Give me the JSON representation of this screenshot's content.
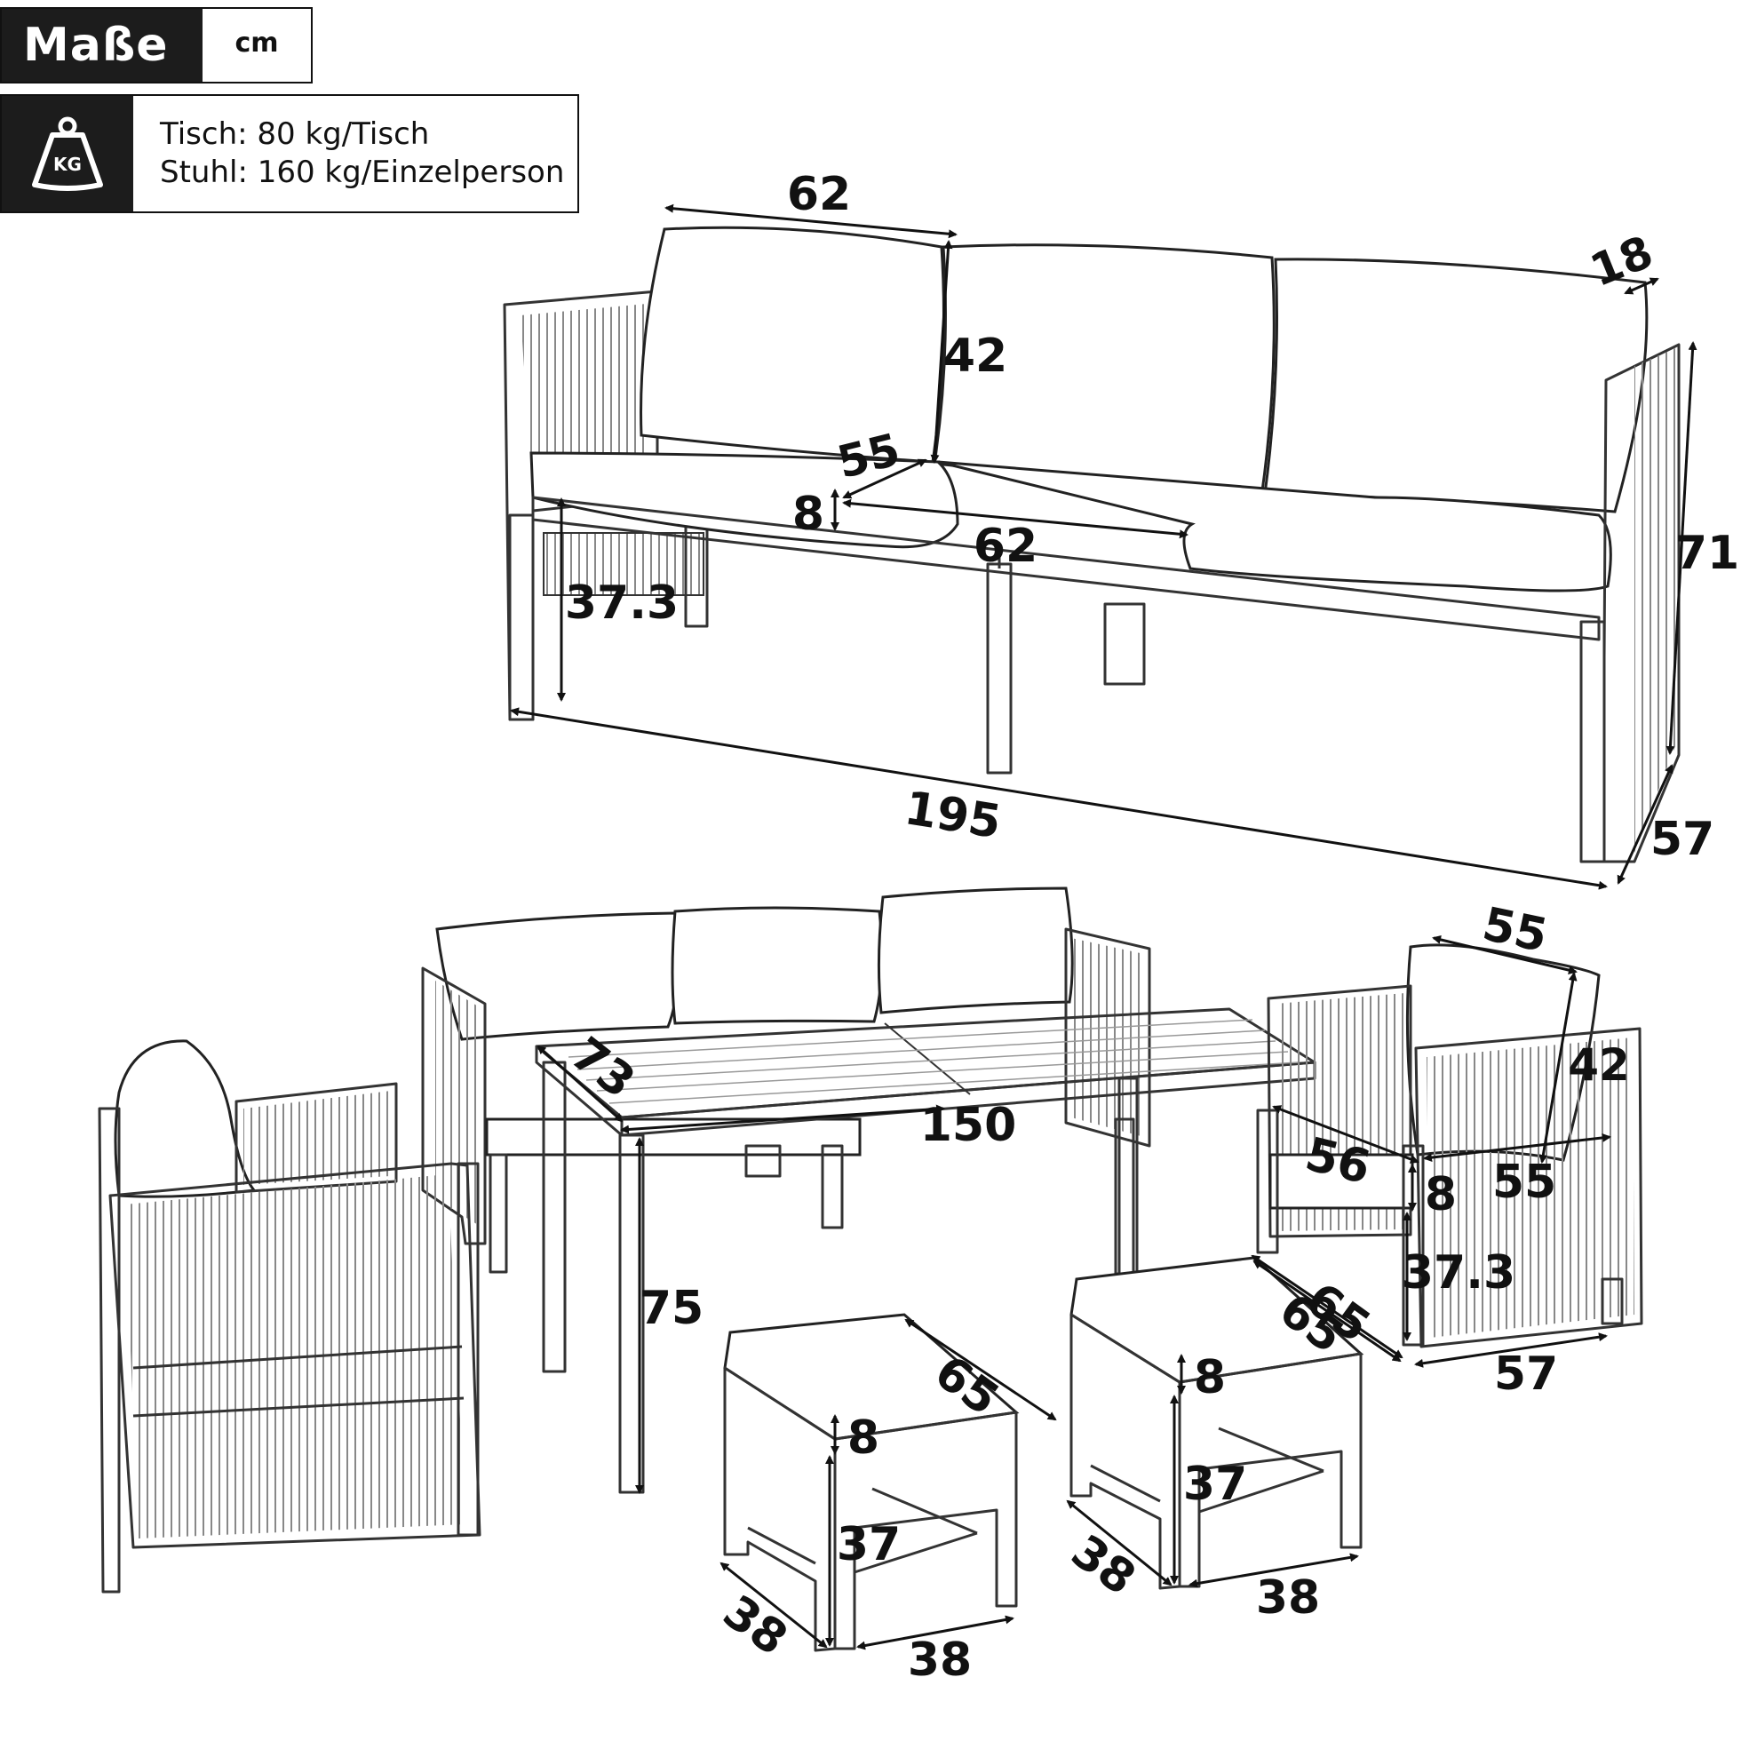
{
  "header": {
    "title": "Maße",
    "unit": "cm"
  },
  "load": {
    "icon_label": "KG",
    "line1": "Tisch: 80 kg/Tisch",
    "line2": "Stuhl: 160 kg/Einzelperson"
  },
  "sofa": {
    "cushion_width": "62",
    "back_height": "42",
    "armrest_width": "18",
    "seat_depth": "55",
    "seat_thickness": "8",
    "seat_width": "62",
    "seat_height": "37.3",
    "total_height": "71",
    "total_width": "195",
    "total_depth": "57"
  },
  "table": {
    "depth": "73",
    "width": "150",
    "height": "75"
  },
  "armchair": {
    "cushion_width": "55",
    "back_height": "42",
    "seat_depth": "56",
    "seat_thickness": "8",
    "seat_width": "55",
    "seat_height": "37.3",
    "depth": "65",
    "width": "57"
  },
  "stool_left": {
    "top_length": "65",
    "cushion": "8",
    "height": "37",
    "depth": "38",
    "width": "38"
  },
  "stool_right": {
    "top_length": "65",
    "cushion": "8",
    "height": "37",
    "depth": "38",
    "width": "38"
  }
}
